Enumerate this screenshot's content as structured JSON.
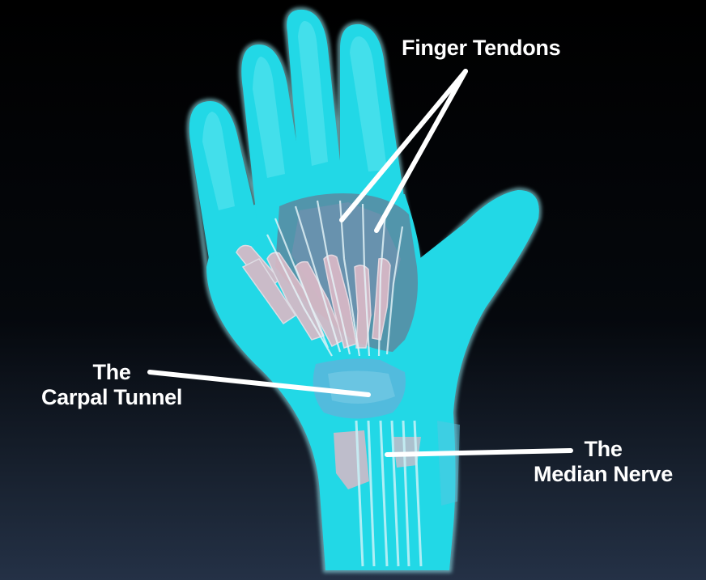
{
  "labels": {
    "finger_tendons": "Finger Tendons",
    "carpal_tunnel_line1": "The",
    "carpal_tunnel_line2": "Carpal Tunnel",
    "median_nerve_line1": "The",
    "median_nerve_line2": "Median Nerve"
  },
  "colors": {
    "background": "#000000",
    "hand_fill": "#22d8e6",
    "hand_outline": "#9ef3fb",
    "tendon_pink": "#d9b9c6",
    "leader_line": "#ffffff"
  }
}
